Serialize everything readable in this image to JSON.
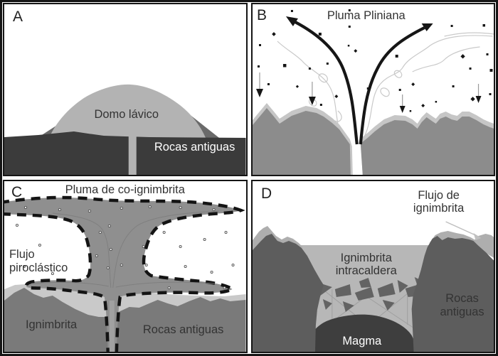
{
  "figure_type": "volcanology-process-diagram",
  "panels": [
    {
      "letter": "A",
      "labels": {
        "dome": "Domo lávico",
        "old_rocks": "Rocas antiguas"
      }
    },
    {
      "letter": "B",
      "labels": {
        "plume": "Pluma Pliniana"
      }
    },
    {
      "letter": "C",
      "labels": {
        "plume": "Pluma de co-ignimbrita",
        "flow1": "Flujo",
        "flow2": "piroclástico",
        "ignimbrite": "Ignimbrita",
        "old_rocks": "Rocas antiguas"
      }
    },
    {
      "letter": "D",
      "labels": {
        "flow1": "Flujo de",
        "flow2": "ignimbrita",
        "intra1": "Ignimbrita",
        "intra2": "intracaldera",
        "rocks1": "Rocas",
        "rocks2": "antiguas",
        "magma": "Magma"
      }
    }
  ],
  "colors": {
    "frame": "#151515",
    "panel_a": {
      "dome": "#b3b3b3",
      "talus": "#6a6a6a",
      "ground": "#3b3b3b",
      "conduit": "#b3b3b3",
      "label_dark": "#333333",
      "label_light": "#ffffff"
    },
    "panel_b": {
      "hills": "#8c8c8c",
      "ash_cap": "#c6c6c6",
      "plume_arrow": "#161616",
      "clasts": "#161616",
      "wisps": "#c9c9c9",
      "fall_arrow_shaft": "#9a9a9a"
    },
    "panel_c": {
      "cloud": "#8f8f8f",
      "dash_outline": "#141414",
      "ignimbrite_layer": "#c9c9c9",
      "hills": "#7a7a7a",
      "streamlines": "#7d7d7d"
    },
    "panel_d": {
      "walls": "#5d5d5d",
      "caldera_fill": "#b7b7b7",
      "magma": "#3e3e3e",
      "breccia": "#636363",
      "ash_cap": "#aeaeae",
      "arrow": "#c0c0c0"
    }
  }
}
